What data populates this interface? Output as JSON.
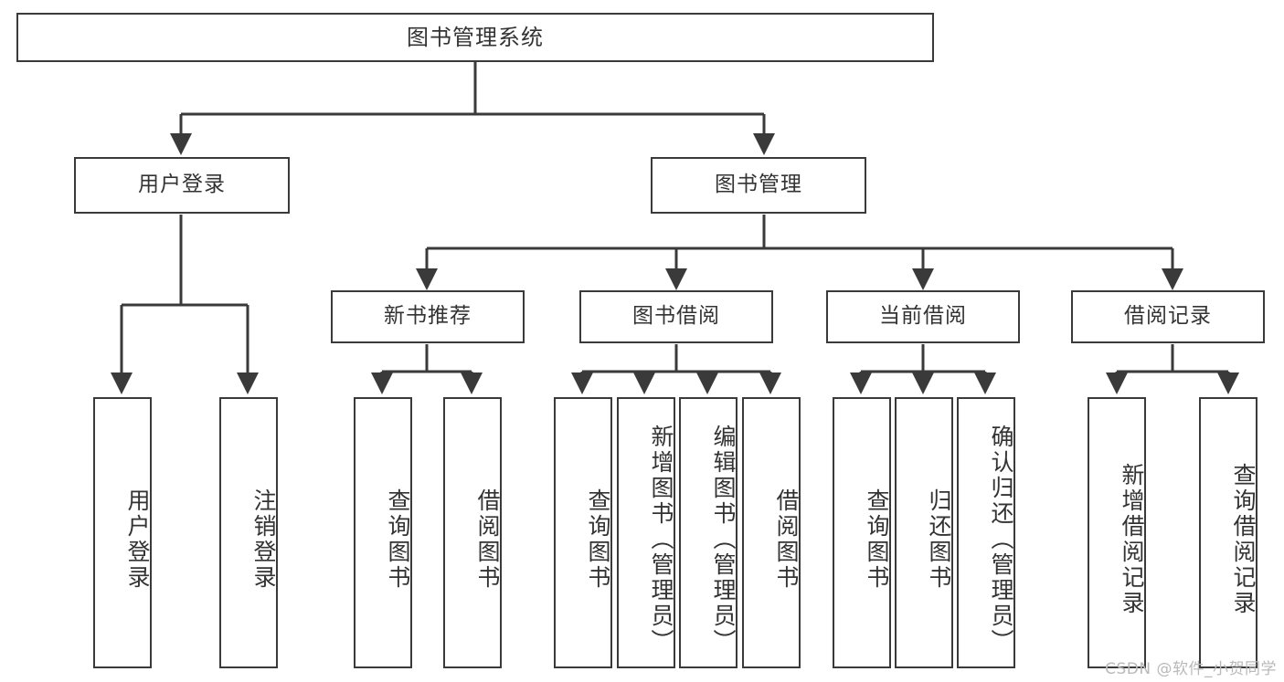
{
  "diagram": {
    "title": "图书管理系统",
    "type": "hierarchy-tree",
    "background_color": "#ffffff",
    "stroke_color": "#3a3a3a",
    "text_color": "#333333",
    "nodes": {
      "root": {
        "label": "图书管理系统"
      },
      "level1": [
        {
          "label": "用户登录"
        },
        {
          "label": "图书管理"
        }
      ],
      "level2": [
        {
          "label": "新书推荐"
        },
        {
          "label": "图书借阅"
        },
        {
          "label": "当前借阅"
        },
        {
          "label": "借阅记录"
        }
      ],
      "leaves_user_login": [
        {
          "label": "用户登录"
        },
        {
          "label": "注销登录"
        }
      ],
      "leaves_new_book": [
        {
          "label": "查询图书"
        },
        {
          "label": "借阅图书"
        }
      ],
      "leaves_borrow": [
        {
          "label": "查询图书"
        },
        {
          "label": "新增图书（管理员）"
        },
        {
          "label": "编辑图书（管理员）"
        },
        {
          "label": "借阅图书"
        }
      ],
      "leaves_current": [
        {
          "label": "查询图书"
        },
        {
          "label": "归还图书"
        },
        {
          "label": "确认归还（管理员）"
        }
      ],
      "leaves_record": [
        {
          "label": "新增借阅记录"
        },
        {
          "label": "查询借阅记录"
        }
      ]
    }
  },
  "watermark": {
    "text": "CSDN @软件_小贺同学",
    "color": "#b9b9b9"
  }
}
